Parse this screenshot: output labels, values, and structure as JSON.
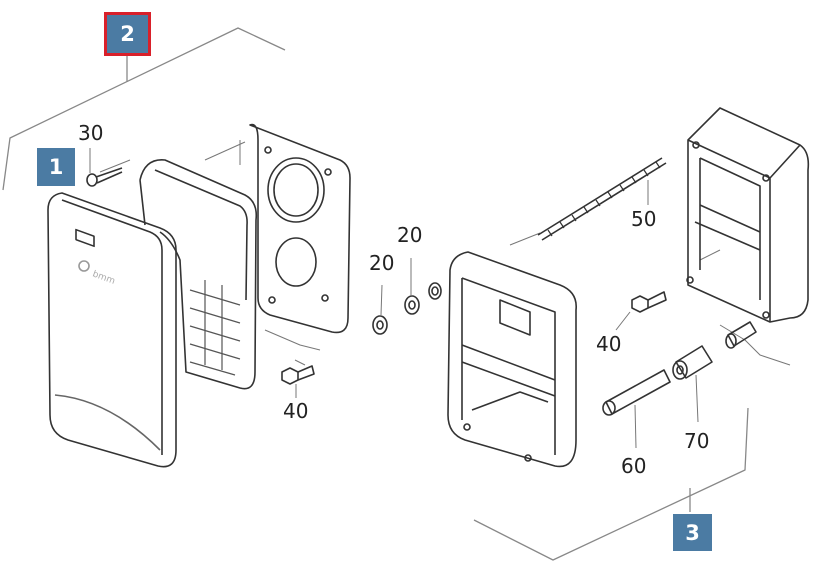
{
  "badges": [
    {
      "id": "1",
      "label": "1",
      "selected": false
    },
    {
      "id": "2",
      "label": "2",
      "selected": true
    },
    {
      "id": "3",
      "label": "3",
      "selected": false
    }
  ],
  "part_labels": {
    "screw_30": "30",
    "nut_20_a": "20",
    "washer_20_b": "20",
    "rod_50": "50",
    "bolt_40_a": "40",
    "bolt_40_b": "40",
    "pin_60": "60",
    "sleeve_70": "70"
  },
  "colors": {
    "badge": "#4b7ba3",
    "selected_border": "#d9202a",
    "line": "#555555"
  }
}
